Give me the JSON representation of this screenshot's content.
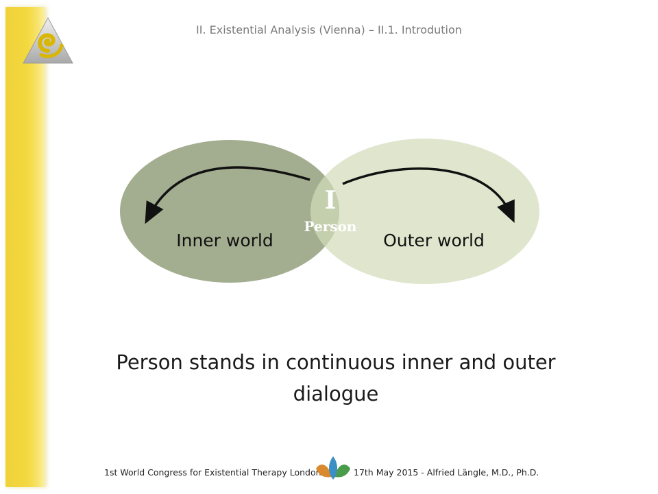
{
  "header": {
    "title": "II. Existential Analysis (Vienna) – II.1. Introdution"
  },
  "diagram": {
    "center_letter": "I",
    "center_label": "Person",
    "inner_label": "Inner world",
    "outer_label": "Outer world",
    "colors": {
      "inner": "#a3ad8f",
      "outer": "#dfe6cd",
      "overlap": "#c4cfae",
      "arrow": "#111111"
    }
  },
  "caption": {
    "line1": "Person stands in continuous inner and outer",
    "line2": "dialogue"
  },
  "footer": {
    "left": "1st World Congress for Existential Therapy London",
    "right": "17th May 2015  -  Alfried Längle, M.D., Ph.D."
  }
}
